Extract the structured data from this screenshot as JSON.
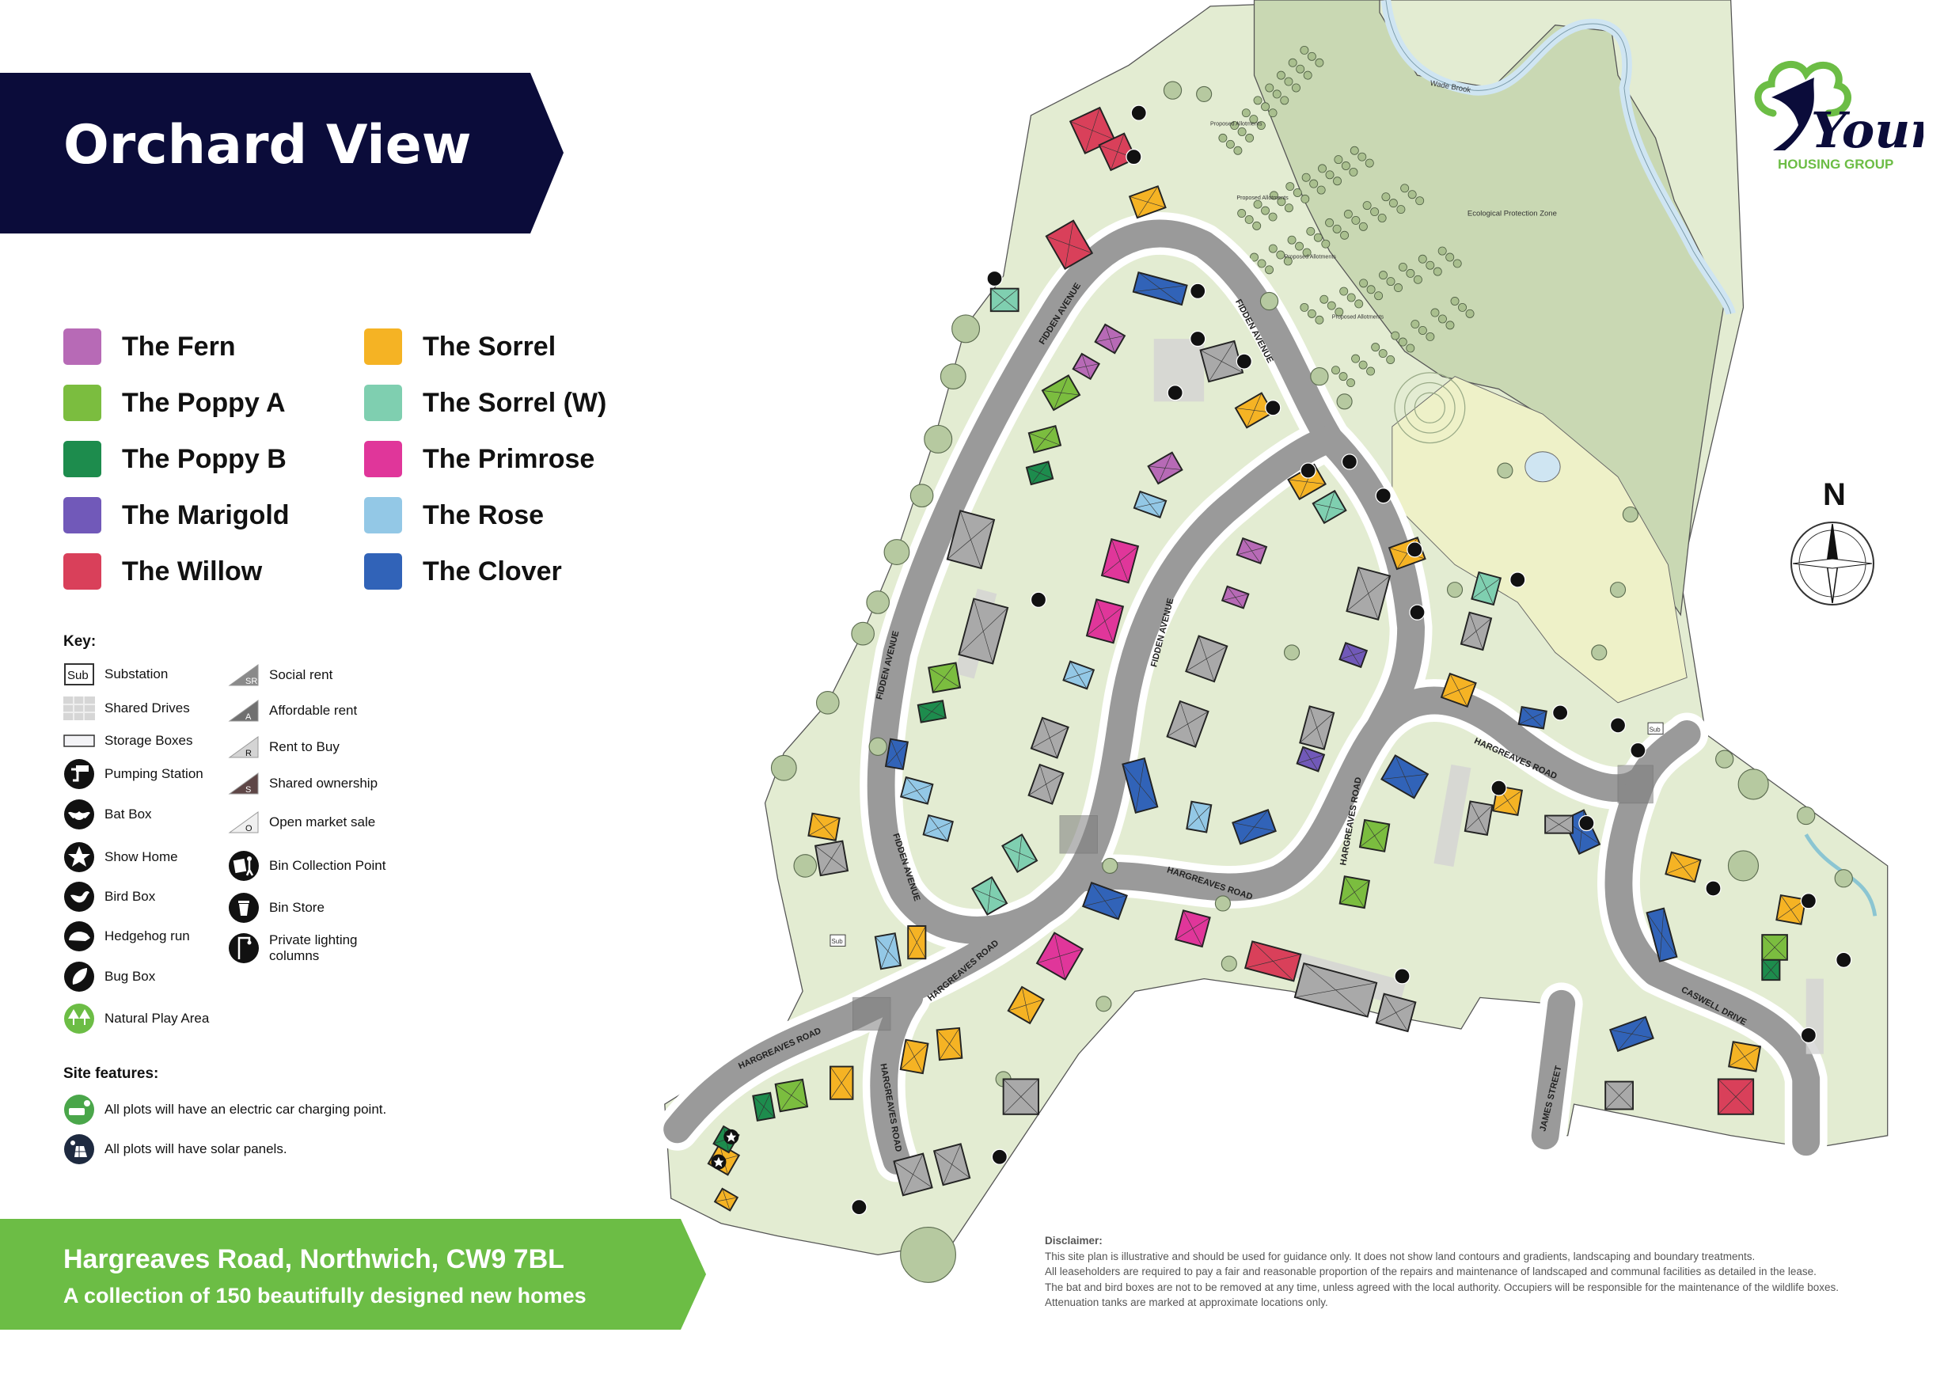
{
  "title": "Orchard View",
  "house_types": [
    {
      "name": "The Fern",
      "color": "#b76ab6"
    },
    {
      "name": "The Poppy A",
      "color": "#7bbd3f"
    },
    {
      "name": "The Poppy B",
      "color": "#1d8c4d"
    },
    {
      "name": "The Marigold",
      "color": "#7159b9"
    },
    {
      "name": "The Willow",
      "color": "#d9405a"
    },
    {
      "name": "The Sorrel",
      "color": "#f5b324"
    },
    {
      "name": "The Sorrel (W)",
      "color": "#7fcfb0"
    },
    {
      "name": "The Primrose",
      "color": "#e0369a"
    },
    {
      "name": "The Rose",
      "color": "#93c8e6"
    },
    {
      "name": "The Clover",
      "color": "#3163b8"
    }
  ],
  "key": {
    "title": "Key:",
    "left": [
      {
        "label": "Substation",
        "icon": "substation-icon",
        "glyph": "Sub"
      },
      {
        "label": "Shared Drives",
        "icon": "shared-drives-icon"
      },
      {
        "label": "Storage Boxes",
        "icon": "storage-box-icon"
      },
      {
        "label": "Pumping Station",
        "icon": "pumping-station-icon"
      },
      {
        "label": "Bat Box",
        "icon": "bat-box-icon"
      },
      {
        "label": "Show Home",
        "icon": "show-home-star-icon"
      },
      {
        "label": "Bird Box",
        "icon": "bird-box-icon"
      },
      {
        "label": "Hedgehog run",
        "icon": "hedgehog-icon"
      },
      {
        "label": "Bug Box",
        "icon": "bug-box-icon"
      },
      {
        "label": "Natural Play Area",
        "icon": "play-area-trees-icon"
      }
    ],
    "right": [
      {
        "label": "Social rent",
        "icon": "social-rent-icon",
        "glyph": "SR",
        "color": "#8a8a8a"
      },
      {
        "label": "Affordable rent",
        "icon": "affordable-rent-icon",
        "glyph": "A",
        "color": "#707070"
      },
      {
        "label": "Rent to Buy",
        "icon": "rent-to-buy-icon",
        "glyph": "R",
        "color": "#d4d4d4"
      },
      {
        "label": "Shared ownership",
        "icon": "shared-ownership-icon",
        "glyph": "S",
        "color": "#5e4646"
      },
      {
        "label": "Open market sale",
        "icon": "open-market-icon",
        "glyph": "O",
        "color": "#f0f0f0"
      },
      {
        "label": "Bin Collection Point",
        "icon": "bin-collection-icon"
      },
      {
        "label": "Bin Store",
        "icon": "bin-store-icon"
      },
      {
        "label": "Private lighting columns",
        "icon": "lighting-column-icon"
      }
    ]
  },
  "site_features": {
    "title": "Site features:",
    "items": [
      {
        "label": "All plots will have an electric car charging point.",
        "icon": "ev-charging-icon"
      },
      {
        "label": "All plots will have solar panels.",
        "icon": "solar-panel-icon"
      }
    ]
  },
  "footer_banner": {
    "address": "Hargreaves Road, Northwich, CW9 7BL",
    "tagline": "A collection of 150 beautifully designed new homes"
  },
  "disclaimer": {
    "heading": "Disclaimer:",
    "lines": [
      "This site plan is illustrative and should be used for guidance only. It does not show land contours and gradients, landscaping and boundary treatments.",
      "All leaseholders are required to pay a fair and reasonable proportion of the repairs and maintenance of landscaped and communal facilities as detailed in the lease.",
      "The bat and bird boxes are not to be removed at any time, unless agreed with the local authority. Occupiers will be responsible for the maintenance of the wildlife boxes.",
      "Attenuation tanks are marked at approximate locations only."
    ]
  },
  "logo": {
    "word": "Your",
    "subtitle": "HOUSING GROUP",
    "green": "#6cbd45",
    "navy": "#0b0c3a"
  },
  "compass": {
    "label": "N"
  },
  "map": {
    "roads": {
      "fidden": "FIDDEN AVENUE",
      "hargreaves": "HARGREAVES ROAD",
      "caswell": "CASWELL DRIVE",
      "james": "JAMES STREET"
    },
    "areas": {
      "brook": "Wade Brook",
      "eco": "Ecological Protection Zone",
      "allotments": "Proposed Allotments",
      "substation": "Sub"
    }
  }
}
